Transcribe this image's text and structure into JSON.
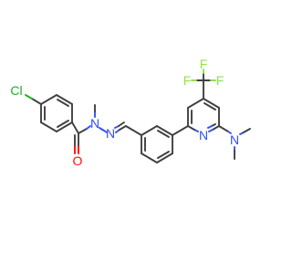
{
  "molecule": {
    "atoms": {
      "cl": {
        "text": "Cl",
        "color": "#1fb01f"
      },
      "o": {
        "text": "O",
        "color": "#ff0d0d"
      },
      "n_amide": {
        "text": "N",
        "color": "#3050f8"
      },
      "n_hydrazone": {
        "text": "N",
        "color": "#3050f8"
      },
      "n_pyridine": {
        "text": "N",
        "color": "#3050f8"
      },
      "n_dimethylamino": {
        "text": "N",
        "color": "#3050f8"
      },
      "f_top": {
        "text": "F",
        "color": "#90e050"
      },
      "f_left": {
        "text": "F",
        "color": "#90e050"
      },
      "f_right": {
        "text": "F",
        "color": "#90e050"
      }
    },
    "bond_color": "#404040"
  }
}
